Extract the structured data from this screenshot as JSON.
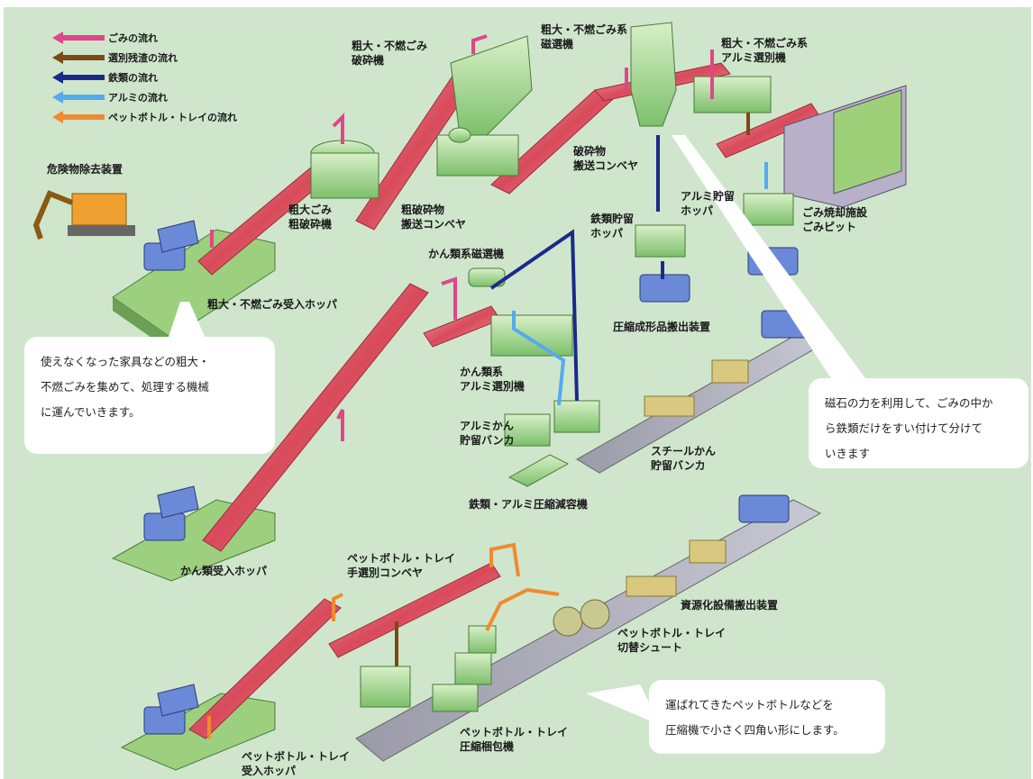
{
  "legend": [
    {
      "label": "ごみの流れ",
      "color": "#e0468a"
    },
    {
      "label": "選別残渣の流れ",
      "color": "#7a4a18"
    },
    {
      "label": "鉄類の流れ",
      "color": "#1a2a8a"
    },
    {
      "label": "アルミの流れ",
      "color": "#55aaee"
    },
    {
      "label": "ペットボトル・トレイの流れ",
      "color": "#f08a30"
    }
  ],
  "labels": {
    "hazard_remover": "危険物除去装置",
    "bulky_crusher": "粗大・不燃ごみ\n破砕機",
    "bulky_coarse_crusher": "粗大ごみ\n粗破砕機",
    "crushed_conveyor1": "粗破砕物\n搬送コンベヤ",
    "bulky_hopper": "粗大・不燃ごみ受入ホッパ",
    "magnetic_sorter": "粗大・不燃ごみ系\n磁選機",
    "alu_sorter_top": "粗大・不燃ごみ系\nアルミ選別機",
    "crushed_conveyor2": "破砕物\n搬送コンベヤ",
    "alu_storage_hopper": "アルミ貯留\nホッパ",
    "incineration_pit": "ごみ焼却施設\nごみピット",
    "iron_storage_hopper": "鉄類貯留\nホッパ",
    "can_magnetic_sorter": "かん類系磁選機",
    "compressed_out": "圧縮成形品搬出装置",
    "can_alu_sorter": "かん類系\nアルミ選別機",
    "alu_can_bunker": "アルミかん\n貯留バンカ",
    "steel_can_bunker": "スチールかん\n貯留バンカ",
    "iron_alu_compressor": "鉄類・アルミ圧縮減容機",
    "can_hopper": "かん類受入ホッパ",
    "pet_sort_conveyor": "ペットボトル・トレイ\n手選別コンベヤ",
    "resource_out": "資源化設備搬出装置",
    "pet_chute": "ペットボトル・トレイ\n切替シュート",
    "pet_baler": "ペットボトル・トレイ\n圧縮梱包機",
    "pet_hopper": "ペットボトル・トレイ\n受入ホッパ"
  },
  "callouts": {
    "left": "使えなくなった家具などの粗大・\n不燃ごみを集めて、処理する機械\nに運んでいきます。",
    "right": "磁石の力を利用して、ごみの中か\nら鉄類だけをすい付けて分けて\nいきます",
    "bottom": "運ばれてきたペットボトルなどを\n圧縮機で小さく四角い形にします。"
  }
}
